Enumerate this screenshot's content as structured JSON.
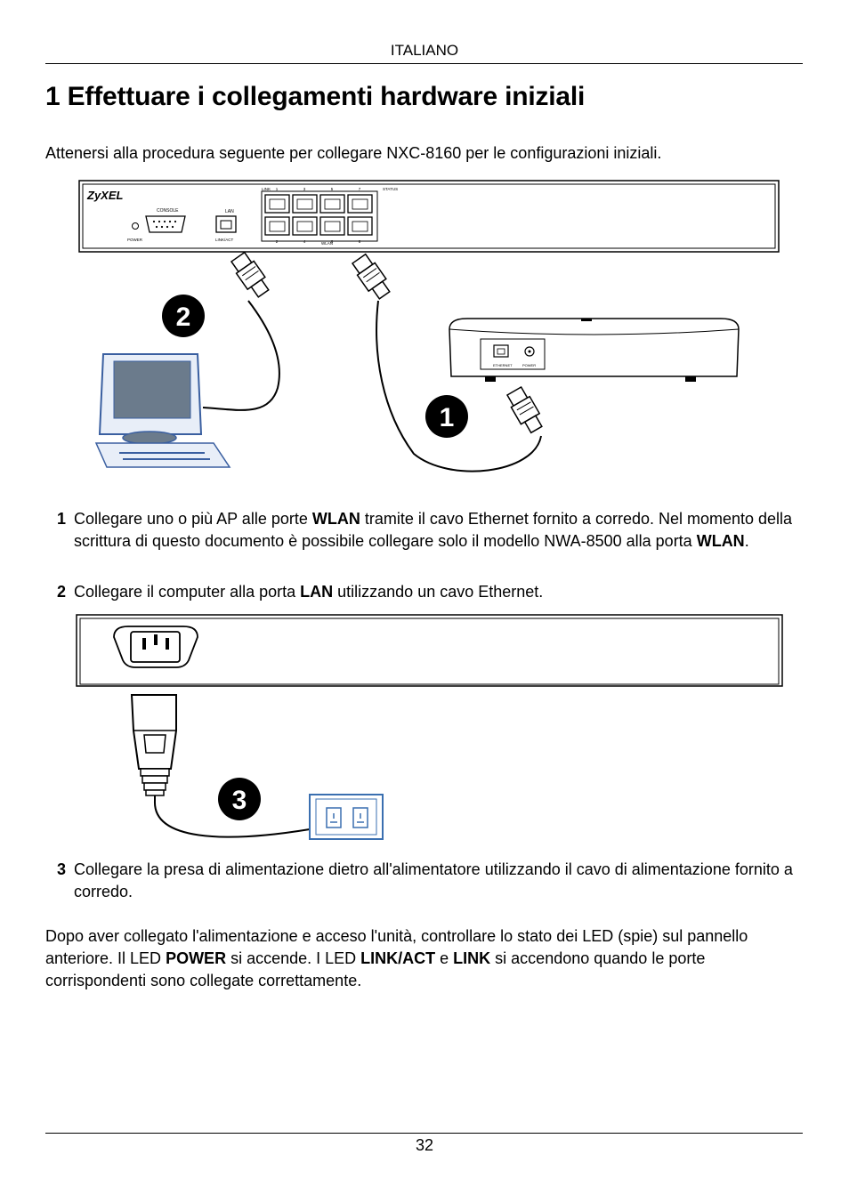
{
  "header": {
    "language": "ITALIANO"
  },
  "title": "1 Effettuare i collegamenti hardware iniziali",
  "intro": "Attenersi alla procedura seguente per collegare NXC-8160 per le configurazioni iniziali.",
  "figure1": {
    "brand": "ZyXEL",
    "console_label": "CONSOLE",
    "power_label": "POWER",
    "lan_label": "LAN",
    "linkact_label": "LINK/ACT",
    "link_label": "LINK",
    "status_label": "STATUS",
    "wlan_label": "WLAN",
    "port_numbers_top": [
      "1",
      "3",
      "5",
      "7"
    ],
    "port_numbers_bottom": [
      "2",
      "4",
      "6",
      "8"
    ],
    "ap_ethernet_label": "ETHERNET",
    "ap_power_label": "POWER",
    "callout_2": "2",
    "callout_1": "1"
  },
  "steps_a": [
    {
      "num": "1",
      "parts": [
        {
          "t": "Collegare uno o più AP alle porte "
        },
        {
          "t": "WLAN",
          "b": true
        },
        {
          "t": " tramite il cavo Ethernet fornito a corredo. Nel momento della scrittura di questo documento è possibile collegare solo il modello NWA-8500 alla porta "
        },
        {
          "t": "WLAN",
          "b": true
        },
        {
          "t": "."
        }
      ]
    },
    {
      "num": "2",
      "parts": [
        {
          "t": "Collegare il computer alla porta "
        },
        {
          "t": "LAN",
          "b": true
        },
        {
          "t": " utilizzando un cavo Ethernet."
        }
      ]
    }
  ],
  "figure2": {
    "callout_3": "3"
  },
  "steps_b": [
    {
      "num": "3",
      "parts": [
        {
          "t": "Collegare la presa di alimentazione dietro all'alimentatore utilizzando il cavo di alimentazione fornito a corredo."
        }
      ]
    }
  ],
  "closing": {
    "parts": [
      {
        "t": "Dopo aver collegato l'alimentazione e acceso l'unità, controllare lo stato dei LED (spie) sul pannello anteriore. Il LED "
      },
      {
        "t": "POWER",
        "b": true
      },
      {
        "t": " si accende. I LED "
      },
      {
        "t": "LINK/ACT",
        "b": true
      },
      {
        "t": " e "
      },
      {
        "t": "LINK",
        "b": true
      },
      {
        "t": " si accendono quando le porte corrispondenti sono collegate correttamente."
      }
    ]
  },
  "footer": {
    "page_number": "32"
  }
}
